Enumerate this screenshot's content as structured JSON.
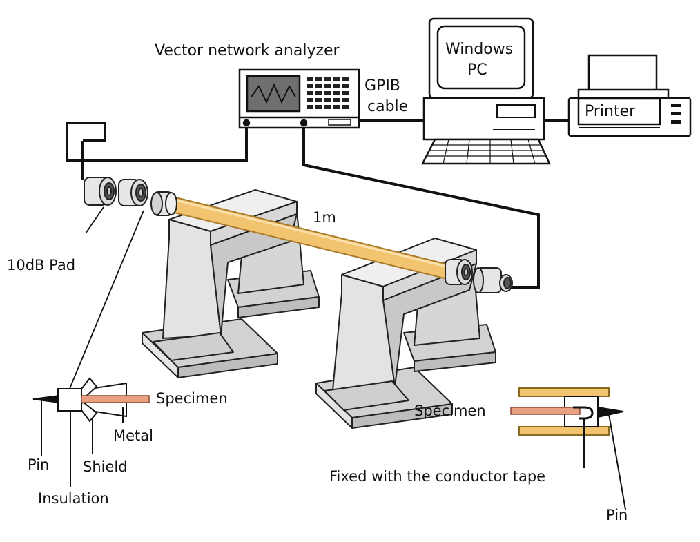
{
  "labels": {
    "vna": "Vector network analyzer",
    "gpib_line1": "GPIB",
    "gpib_line2": "cable",
    "pc_line1": "Windows",
    "pc_line2": "PC",
    "printer": "Printer",
    "length": "1m",
    "pad": "10dB Pad",
    "specimen_left": "Specimen",
    "metal": "Metal",
    "pin_left": "Pin",
    "shield": "Shield",
    "insulation": "Insulation",
    "specimen_right": "Specimen",
    "fixed_tape": "Fixed with the conductor tape",
    "pin_right": "Pin"
  },
  "colors": {
    "line": "#111111",
    "specimen_rod": "#f2c470",
    "rod_stroke": "#b07e27",
    "connector_light": "#e6e6e6",
    "connector_dark": "#555555",
    "stand_face": "#e1e1e1",
    "stand_side": "#c6c6c6",
    "stand_top": "#f0f0f0",
    "screen": "#6f6f6f",
    "wire": "#e8a080",
    "plate": "#f2c470"
  }
}
